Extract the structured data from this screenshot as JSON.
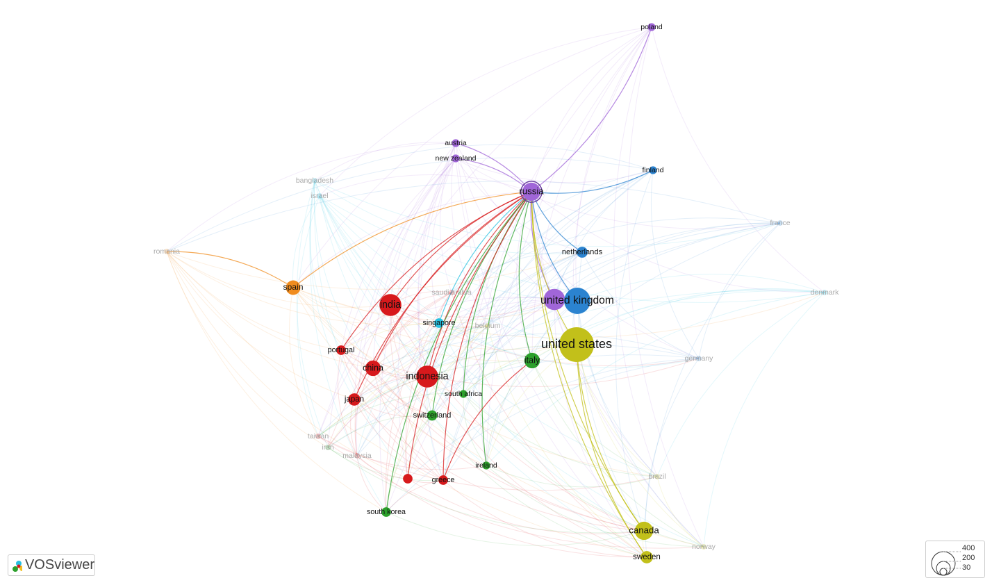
{
  "app": {
    "logo_text": "VOSviewer"
  },
  "legend": {
    "sizes": [
      "400",
      "200",
      "30"
    ]
  },
  "selected_node": "russia",
  "clusters": {
    "red": "#d7191c",
    "green": "#2ca02c",
    "blue": "#2b83d0",
    "yellow": "#c2c01a",
    "purple": "#a066d8",
    "cyan": "#27c0e0",
    "orange": "#f08c1e"
  },
  "nodes": [
    {
      "id": "poland",
      "label": "poland",
      "cluster": "purple",
      "weight": 20,
      "faded": false
    },
    {
      "id": "austria",
      "label": "austria",
      "cluster": "purple",
      "weight": 20,
      "faded": false
    },
    {
      "id": "new_zealand",
      "label": "new zealand",
      "cluster": "purple",
      "weight": 20,
      "faded": false
    },
    {
      "id": "russia",
      "label": "russia",
      "cluster": "purple",
      "weight": 110,
      "faded": false
    },
    {
      "id": "finland",
      "label": "finland",
      "cluster": "blue",
      "weight": 20,
      "faded": false
    },
    {
      "id": "bangladesh",
      "label": "bangladesh",
      "cluster": "cyan",
      "weight": 10,
      "faded": true
    },
    {
      "id": "israel",
      "label": "israel",
      "cluster": "cyan",
      "weight": 10,
      "faded": true
    },
    {
      "id": "france",
      "label": "france",
      "cluster": "blue",
      "weight": 10,
      "faded": true
    },
    {
      "id": "romania",
      "label": "romania",
      "cluster": "orange",
      "weight": 10,
      "faded": true
    },
    {
      "id": "spain",
      "label": "spain",
      "cluster": "orange",
      "weight": 70,
      "faded": false
    },
    {
      "id": "netherlands",
      "label": "netherlands",
      "cluster": "blue",
      "weight": 40,
      "faded": false
    },
    {
      "id": "saudi_arabia",
      "label": "saudi arabia",
      "cluster": "red",
      "weight": 10,
      "faded": true
    },
    {
      "id": "denmark",
      "label": "denmark",
      "cluster": "cyan",
      "weight": 10,
      "faded": true
    },
    {
      "id": "india",
      "label": "india",
      "cluster": "red",
      "weight": 160,
      "faded": false
    },
    {
      "id": "uk_purple",
      "label": "",
      "cluster": "purple",
      "weight": 150,
      "faded": false
    },
    {
      "id": "united_kingdom",
      "label": "united kingdom",
      "cluster": "blue",
      "weight": 230,
      "faded": false
    },
    {
      "id": "singapore",
      "label": "singapore",
      "cluster": "cyan",
      "weight": 30,
      "faded": false
    },
    {
      "id": "belgium",
      "label": "belgium",
      "cluster": "yellow",
      "weight": 10,
      "faded": true
    },
    {
      "id": "united_states",
      "label": "united states",
      "cluster": "yellow",
      "weight": 400,
      "faded": false
    },
    {
      "id": "portugal",
      "label": "portugal",
      "cluster": "red",
      "weight": 30,
      "faded": false
    },
    {
      "id": "germany",
      "label": "germany",
      "cluster": "blue",
      "weight": 10,
      "faded": true
    },
    {
      "id": "italy",
      "label": "italy",
      "cluster": "green",
      "weight": 80,
      "faded": false
    },
    {
      "id": "china",
      "label": "china",
      "cluster": "red",
      "weight": 80,
      "faded": false
    },
    {
      "id": "indonesia",
      "label": "indonesia",
      "cluster": "red",
      "weight": 160,
      "faded": false
    },
    {
      "id": "south_africa",
      "label": "south africa",
      "cluster": "green",
      "weight": 20,
      "faded": false
    },
    {
      "id": "japan",
      "label": "japan",
      "cluster": "red",
      "weight": 50,
      "faded": false
    },
    {
      "id": "switzerland",
      "label": "switzerland",
      "cluster": "green",
      "weight": 35,
      "faded": false
    },
    {
      "id": "taiwan",
      "label": "taiwan",
      "cluster": "red",
      "weight": 10,
      "faded": true
    },
    {
      "id": "iran",
      "label": "iran",
      "cluster": "green",
      "weight": 10,
      "faded": true
    },
    {
      "id": "malaysia",
      "label": "malaysia",
      "cluster": "red",
      "weight": 10,
      "faded": true
    },
    {
      "id": "ireland",
      "label": "ireland",
      "cluster": "green",
      "weight": 20,
      "faded": false
    },
    {
      "id": "red_unlabeled",
      "label": "",
      "cluster": "red",
      "weight": 30,
      "faded": false
    },
    {
      "id": "greece",
      "label": "greece",
      "cluster": "red",
      "weight": 30,
      "faded": false
    },
    {
      "id": "brazil",
      "label": "brazil",
      "cluster": "yellow",
      "weight": 10,
      "faded": true
    },
    {
      "id": "south_korea",
      "label": "south korea",
      "cluster": "green",
      "weight": 30,
      "faded": false
    },
    {
      "id": "canada",
      "label": "canada",
      "cluster": "yellow",
      "weight": 110,
      "faded": false
    },
    {
      "id": "norway",
      "label": "norway",
      "cluster": "yellow",
      "weight": 10,
      "faded": true
    },
    {
      "id": "sweden",
      "label": "sweden",
      "cluster": "yellow",
      "weight": 50,
      "faded": false
    }
  ],
  "highlighted_links": [
    [
      "russia",
      "poland"
    ],
    [
      "russia",
      "austria"
    ],
    [
      "russia",
      "new_zealand"
    ],
    [
      "russia",
      "finland"
    ],
    [
      "russia",
      "spain"
    ],
    [
      "russia",
      "netherlands"
    ],
    [
      "russia",
      "india"
    ],
    [
      "russia",
      "uk_purple"
    ],
    [
      "russia",
      "united_kingdom"
    ],
    [
      "russia",
      "singapore"
    ],
    [
      "russia",
      "united_states"
    ],
    [
      "russia",
      "portugal"
    ],
    [
      "russia",
      "italy"
    ],
    [
      "russia",
      "china"
    ],
    [
      "russia",
      "indonesia"
    ],
    [
      "russia",
      "south_africa"
    ],
    [
      "russia",
      "japan"
    ],
    [
      "russia",
      "switzerland"
    ],
    [
      "russia",
      "ireland"
    ],
    [
      "russia",
      "red_unlabeled"
    ],
    [
      "russia",
      "greece"
    ],
    [
      "russia",
      "south_korea"
    ],
    [
      "russia",
      "canada"
    ],
    [
      "russia",
      "sweden"
    ],
    [
      "united_states",
      "canada"
    ],
    [
      "united_states",
      "sweden"
    ],
    [
      "spain",
      "romania"
    ],
    [
      "italy",
      "greece"
    ]
  ]
}
